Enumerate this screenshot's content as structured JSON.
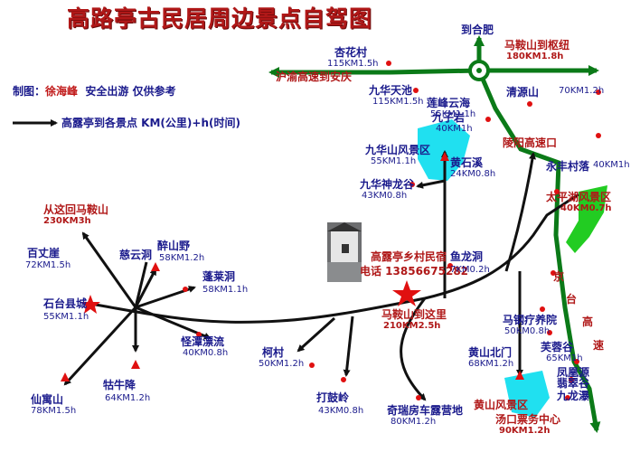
{
  "title": "高路亭古民居周边景点自驾图",
  "credit": {
    "prefix": "制图：",
    "author": "徐海峰",
    "suffix": "安全出游 仅供参考"
  },
  "legend": {
    "text": "高露亭到各景点 KM(公里)+h(时间)"
  },
  "colors": {
    "road": "#111111",
    "highway": "#0b7a18",
    "water": "#20e0f0",
    "lake": "#22cc22",
    "marker": "#e01010",
    "label_blue": "#1a1a8c",
    "label_red": "#b01818"
  },
  "places": [
    {
      "id": "xinghuacun",
      "name": "杏花村",
      "dist": "115KM1.5h",
      "name_color": "blue",
      "dist_color": "blue"
    },
    {
      "id": "hu_yu",
      "name": "沪渝高速到安庆",
      "dist": "",
      "name_color": "red",
      "dist_color": "red"
    },
    {
      "id": "dao_hefei",
      "name": "到合肥",
      "dist": "",
      "name_color": "blue",
      "dist_color": "blue"
    },
    {
      "id": "maanshan_hub",
      "name": "马鞍山到枢纽",
      "dist": "180KM1.8h",
      "name_color": "red",
      "dist_color": "red"
    },
    {
      "id": "jiuhuatianchi",
      "name": "九华天池",
      "dist": "115KM1.5h",
      "name_color": "blue",
      "dist_color": "blue"
    },
    {
      "id": "lianfeng",
      "name": "莲峰云海",
      "dist": "55KM1.1h",
      "name_color": "blue",
      "dist_color": "blue"
    },
    {
      "id": "jiuziyan",
      "name": "九子岩",
      "dist": "40KM1h",
      "name_color": "blue",
      "dist_color": "blue"
    },
    {
      "id": "qingyuanshan",
      "name": "清源山",
      "dist": "70KM1.2h",
      "name_color": "blue",
      "dist_color": "blue"
    },
    {
      "id": "lingyang",
      "name": "陵阳高速口",
      "dist": "",
      "name_color": "red",
      "dist_color": "red"
    },
    {
      "id": "jiuhuashan",
      "name": "九华山风景区",
      "dist": "55KM1.1h",
      "name_color": "blue",
      "dist_color": "blue"
    },
    {
      "id": "huangshixi",
      "name": "黄石溪",
      "dist": "24KM0.8h",
      "name_color": "blue",
      "dist_color": "blue"
    },
    {
      "id": "yongfeng",
      "name": "永丰村落",
      "dist": "40KM1h",
      "name_color": "blue",
      "dist_color": "blue"
    },
    {
      "id": "shenlonggu",
      "name": "九华神龙谷",
      "dist": "43KM0.8h",
      "name_color": "blue",
      "dist_color": "blue"
    },
    {
      "id": "taipinghu",
      "name": "太平湖风景区",
      "dist": "40KM0.7h",
      "name_color": "red",
      "dist_color": "red"
    },
    {
      "id": "back_maanshan",
      "name": "从这回马鞍山",
      "dist": "230KM3h",
      "name_color": "red",
      "dist_color": "red"
    },
    {
      "id": "baizhangya",
      "name": "百丈崖",
      "dist": "72KM1.5h",
      "name_color": "blue",
      "dist_color": "blue"
    },
    {
      "id": "ciyundong",
      "name": "慈云洞",
      "dist": "",
      "name_color": "blue",
      "dist_color": "blue"
    },
    {
      "id": "zuishanye",
      "name": "醉山野",
      "dist": "58KM1.2h",
      "name_color": "blue",
      "dist_color": "blue"
    },
    {
      "id": "penglaidong",
      "name": "蓬莱洞",
      "dist": "58KM1.1h",
      "name_color": "blue",
      "dist_color": "blue"
    },
    {
      "id": "shitai",
      "name": "石台县城",
      "dist": "55KM1.1h",
      "name_color": "blue",
      "dist_color": "blue"
    },
    {
      "id": "gaolu",
      "name": "高露亭乡村民宿",
      "dist": "",
      "name_color": "red",
      "dist_color": "red"
    },
    {
      "id": "phone",
      "name": "电话 13856675282",
      "dist": "",
      "name_color": "red",
      "dist_color": "red"
    },
    {
      "id": "yulongdong",
      "name": "鱼龙洞",
      "dist": "7KM0.2h",
      "name_color": "blue",
      "dist_color": "blue"
    },
    {
      "id": "jingtai_jing",
      "name": "京",
      "dist": "",
      "name_color": "red",
      "dist_color": "red"
    },
    {
      "id": "jingtai_tai",
      "name": "台",
      "dist": "",
      "name_color": "red",
      "dist_color": "red"
    },
    {
      "id": "jingtai_gao",
      "name": "高",
      "dist": "",
      "name_color": "red",
      "dist_color": "red"
    },
    {
      "id": "jingtai_su",
      "name": "速",
      "dist": "",
      "name_color": "red",
      "dist_color": "red"
    },
    {
      "id": "maanshan_here",
      "name": "马鞍山到这里",
      "dist": "210KM2.5h",
      "name_color": "red",
      "dist_color": "red"
    },
    {
      "id": "guaizhang",
      "name": "怪潭漂流",
      "dist": "40KM0.8h",
      "name_color": "blue",
      "dist_color": "blue"
    },
    {
      "id": "kecun",
      "name": "柯村",
      "dist": "50KM1.2h",
      "name_color": "blue",
      "dist_color": "blue"
    },
    {
      "id": "magang",
      "name": "马钢疗养院",
      "dist": "50KM0.8h",
      "name_color": "blue",
      "dist_color": "blue"
    },
    {
      "id": "huangshan_n",
      "name": "黄山北门",
      "dist": "68KM1.2h",
      "name_color": "blue",
      "dist_color": "blue"
    },
    {
      "id": "furonggu",
      "name": "芙蓉谷",
      "dist": "65KM1h",
      "name_color": "blue",
      "dist_color": "blue"
    },
    {
      "id": "fenghuangyuan",
      "name": "凤凰源",
      "dist": "",
      "name_color": "blue",
      "dist_color": "blue"
    },
    {
      "id": "feicuigu",
      "name": "翡翠谷",
      "dist": "",
      "name_color": "blue",
      "dist_color": "blue"
    },
    {
      "id": "jiulongpu",
      "name": "九龙瀑",
      "dist": "",
      "name_color": "blue",
      "dist_color": "blue"
    },
    {
      "id": "xiandushan",
      "name": "仙寓山",
      "dist": "78KM1.5h",
      "name_color": "blue",
      "dist_color": "blue"
    },
    {
      "id": "qianniujiang",
      "name": "牯牛降",
      "dist": "64KM1.2h",
      "name_color": "blue",
      "dist_color": "blue"
    },
    {
      "id": "dagu",
      "name": "打鼓岭",
      "dist": "43KM0.8h",
      "name_color": "blue",
      "dist_color": "blue"
    },
    {
      "id": "qirui",
      "name": "奇瑞房车露营地",
      "dist": "80KM1.2h",
      "name_color": "blue",
      "dist_color": "blue"
    },
    {
      "id": "huangshan_area",
      "name": "黄山风景区",
      "dist": "",
      "name_color": "red",
      "dist_color": "red"
    },
    {
      "id": "tangkou",
      "name": "汤口票务中心",
      "dist": "90KM1.2h",
      "name_color": "red",
      "dist_color": "red"
    }
  ]
}
